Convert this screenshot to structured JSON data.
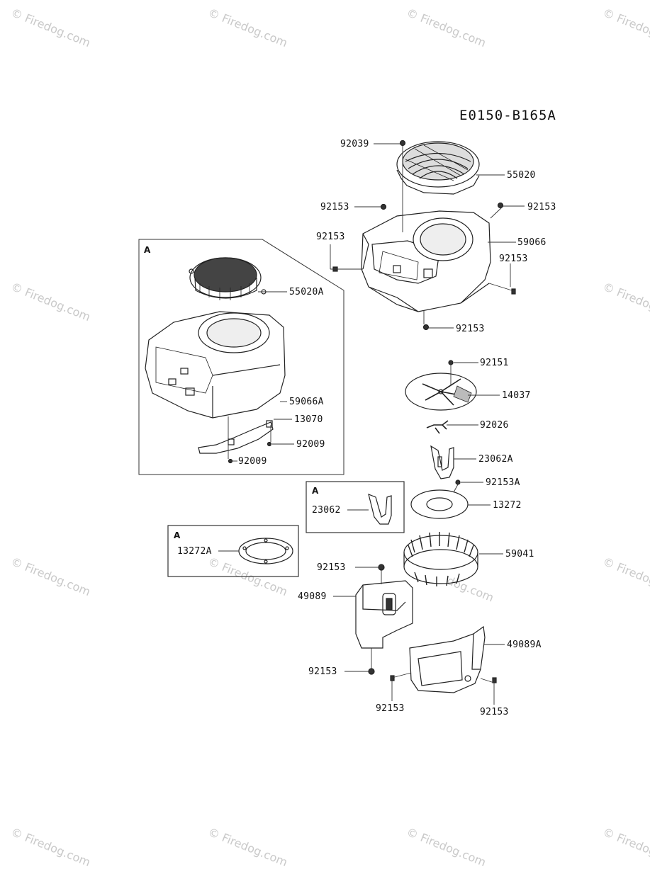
{
  "diagram": {
    "code": "E0150-B165A",
    "panel_tag": "A",
    "watermark": "© Firedog.com",
    "watermark_partial": "dog.com",
    "labels": {
      "p92039": "92039",
      "p55020": "55020",
      "p92153_a": "92153",
      "p92153_b": "92153",
      "p92153_c": "92153",
      "p59066": "59066",
      "p92153_d": "92153",
      "p92153_e": "92153",
      "p55020A": "55020A",
      "p59066A": "59066A",
      "p13070": "13070",
      "p92009_a": "92009",
      "p92009_b": "92009",
      "p92151": "92151",
      "p14037": "14037",
      "p92026": "92026",
      "p23062A": "23062A",
      "p92153A": "92153A",
      "p23062": "23062",
      "p13272": "13272",
      "p13272A": "13272A",
      "p59041": "59041",
      "p92153_f": "92153",
      "p49089": "49089",
      "p49089A": "49089A",
      "p92153_g": "92153",
      "p92153_h": "92153",
      "p92153_i": "92153"
    }
  }
}
